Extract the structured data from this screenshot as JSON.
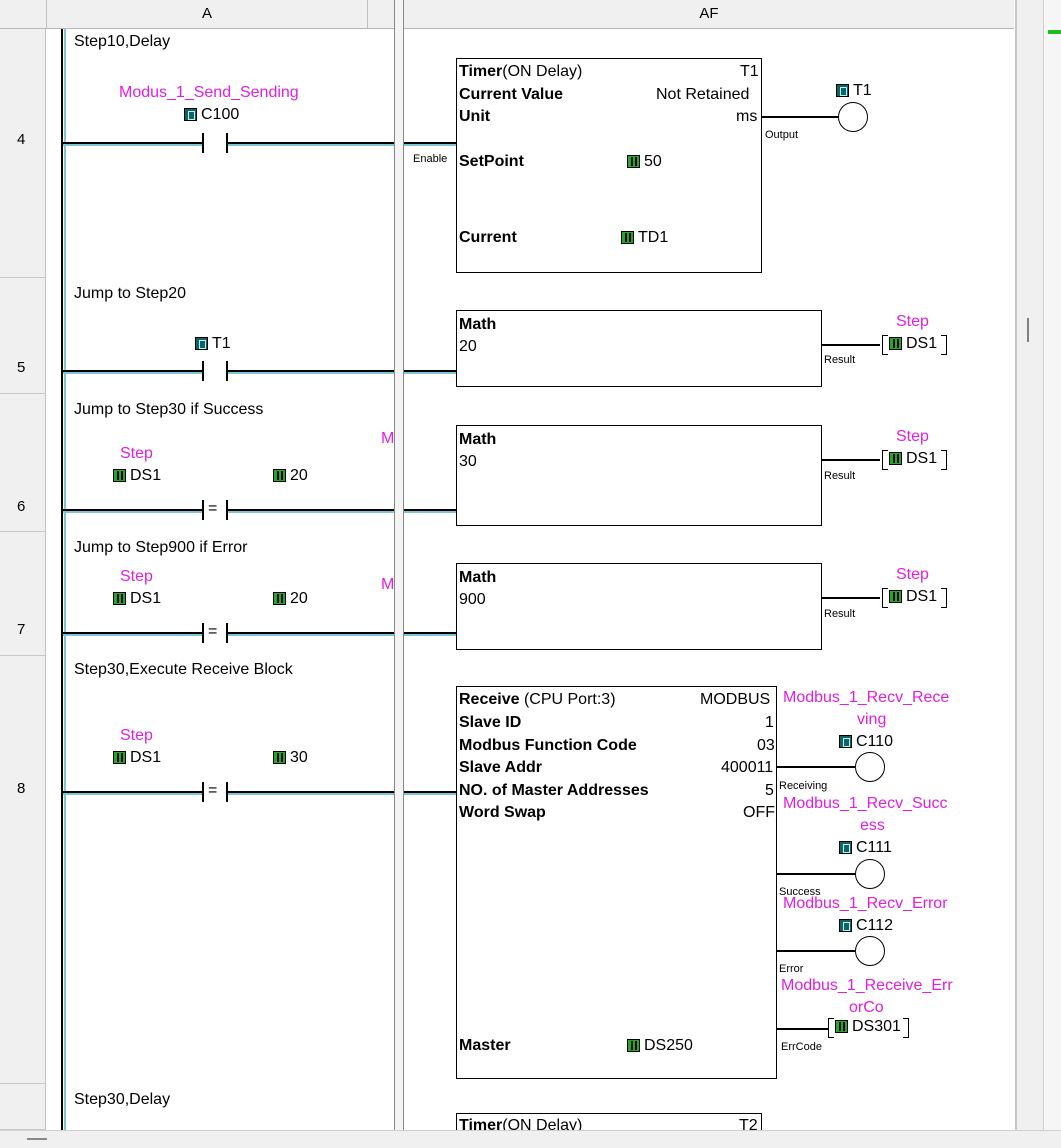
{
  "header": {
    "col_a": "A",
    "col_af": "AF"
  },
  "rows": [
    {
      "num": "4",
      "comment": "Step10,Delay",
      "contact": {
        "nickname": "Modus_1_Send_Sending",
        "address": "C100"
      },
      "timer": {
        "title": "Timer",
        "mode": "(ON Delay)",
        "name": "T1",
        "current_value_label": "Current Value",
        "current_value": "Not Retained",
        "unit_label": "Unit",
        "unit": "ms",
        "setpoint_label": "SetPoint",
        "setpoint": "50",
        "current_label": "Current",
        "current": "TD1",
        "enable_label": "Enable",
        "output_label": "Output"
      },
      "coil": "T1"
    },
    {
      "num": "5",
      "comment": "Jump to Step20",
      "contact": "T1",
      "math": {
        "title": "Math",
        "expr": "20",
        "result_label": "Result"
      },
      "out": {
        "nickname": "Step",
        "address": "DS1"
      }
    },
    {
      "num": "6",
      "comment": "Jump to Step30 if Success",
      "cmp": {
        "nickname": "Step",
        "left": "DS1",
        "right": "20",
        "op": "="
      },
      "trunc": "M",
      "math": {
        "title": "Math",
        "expr": "30",
        "result_label": "Result"
      },
      "out": {
        "nickname": "Step",
        "address": "DS1"
      }
    },
    {
      "num": "7",
      "comment": "Jump to Step900 if Error",
      "cmp": {
        "nickname": "Step",
        "left": "DS1",
        "right": "20",
        "op": "="
      },
      "trunc": "M",
      "math": {
        "title": "Math",
        "expr": "900",
        "result_label": "Result"
      },
      "out": {
        "nickname": "Step",
        "address": "DS1"
      }
    },
    {
      "num": "8",
      "comment": "Step30,Execute Receive Block",
      "cmp": {
        "nickname": "Step",
        "left": "DS1",
        "right": "30",
        "op": "="
      },
      "receive": {
        "title": "Receive",
        "port": "(CPU Port:3)",
        "protocol": "MODBUS",
        "slave_id_label": "Slave ID",
        "slave_id": "1",
        "func_label": "Modbus Function Code",
        "func": "03",
        "slave_addr_label": "Slave Addr",
        "slave_addr": "400011",
        "nmaster_label": "NO. of Master Addresses",
        "nmaster": "5",
        "swap_label": "Word Swap",
        "swap": "OFF",
        "master_label": "Master",
        "master": "DS250"
      },
      "outputs": {
        "receiving": {
          "nick1": "Modbus_1_Recv_Rece",
          "nick2": "ving",
          "address": "C110",
          "label": "Receiving"
        },
        "success": {
          "nick1": "Modbus_1_Recv_Succ",
          "nick2": "ess",
          "address": "C111",
          "label": "Success"
        },
        "error": {
          "nick1": "Modbus_1_Recv_Error",
          "address": "C112",
          "label": "Error"
        },
        "errcode": {
          "nick1": "Modbus_1_Receive_Err",
          "nick2": "orCo",
          "address": "DS301",
          "label": "ErrCode"
        }
      }
    },
    {
      "num": "",
      "comment": "Step30,Delay",
      "timer": {
        "title": "Timer",
        "mode": "(ON Delay)",
        "name": "T2"
      }
    }
  ],
  "colors": {
    "nickname": "#e020e0",
    "rail_shadow": "#7fc4d8",
    "bool_icon": "#1a6060",
    "int_icon": "#22aa22"
  }
}
